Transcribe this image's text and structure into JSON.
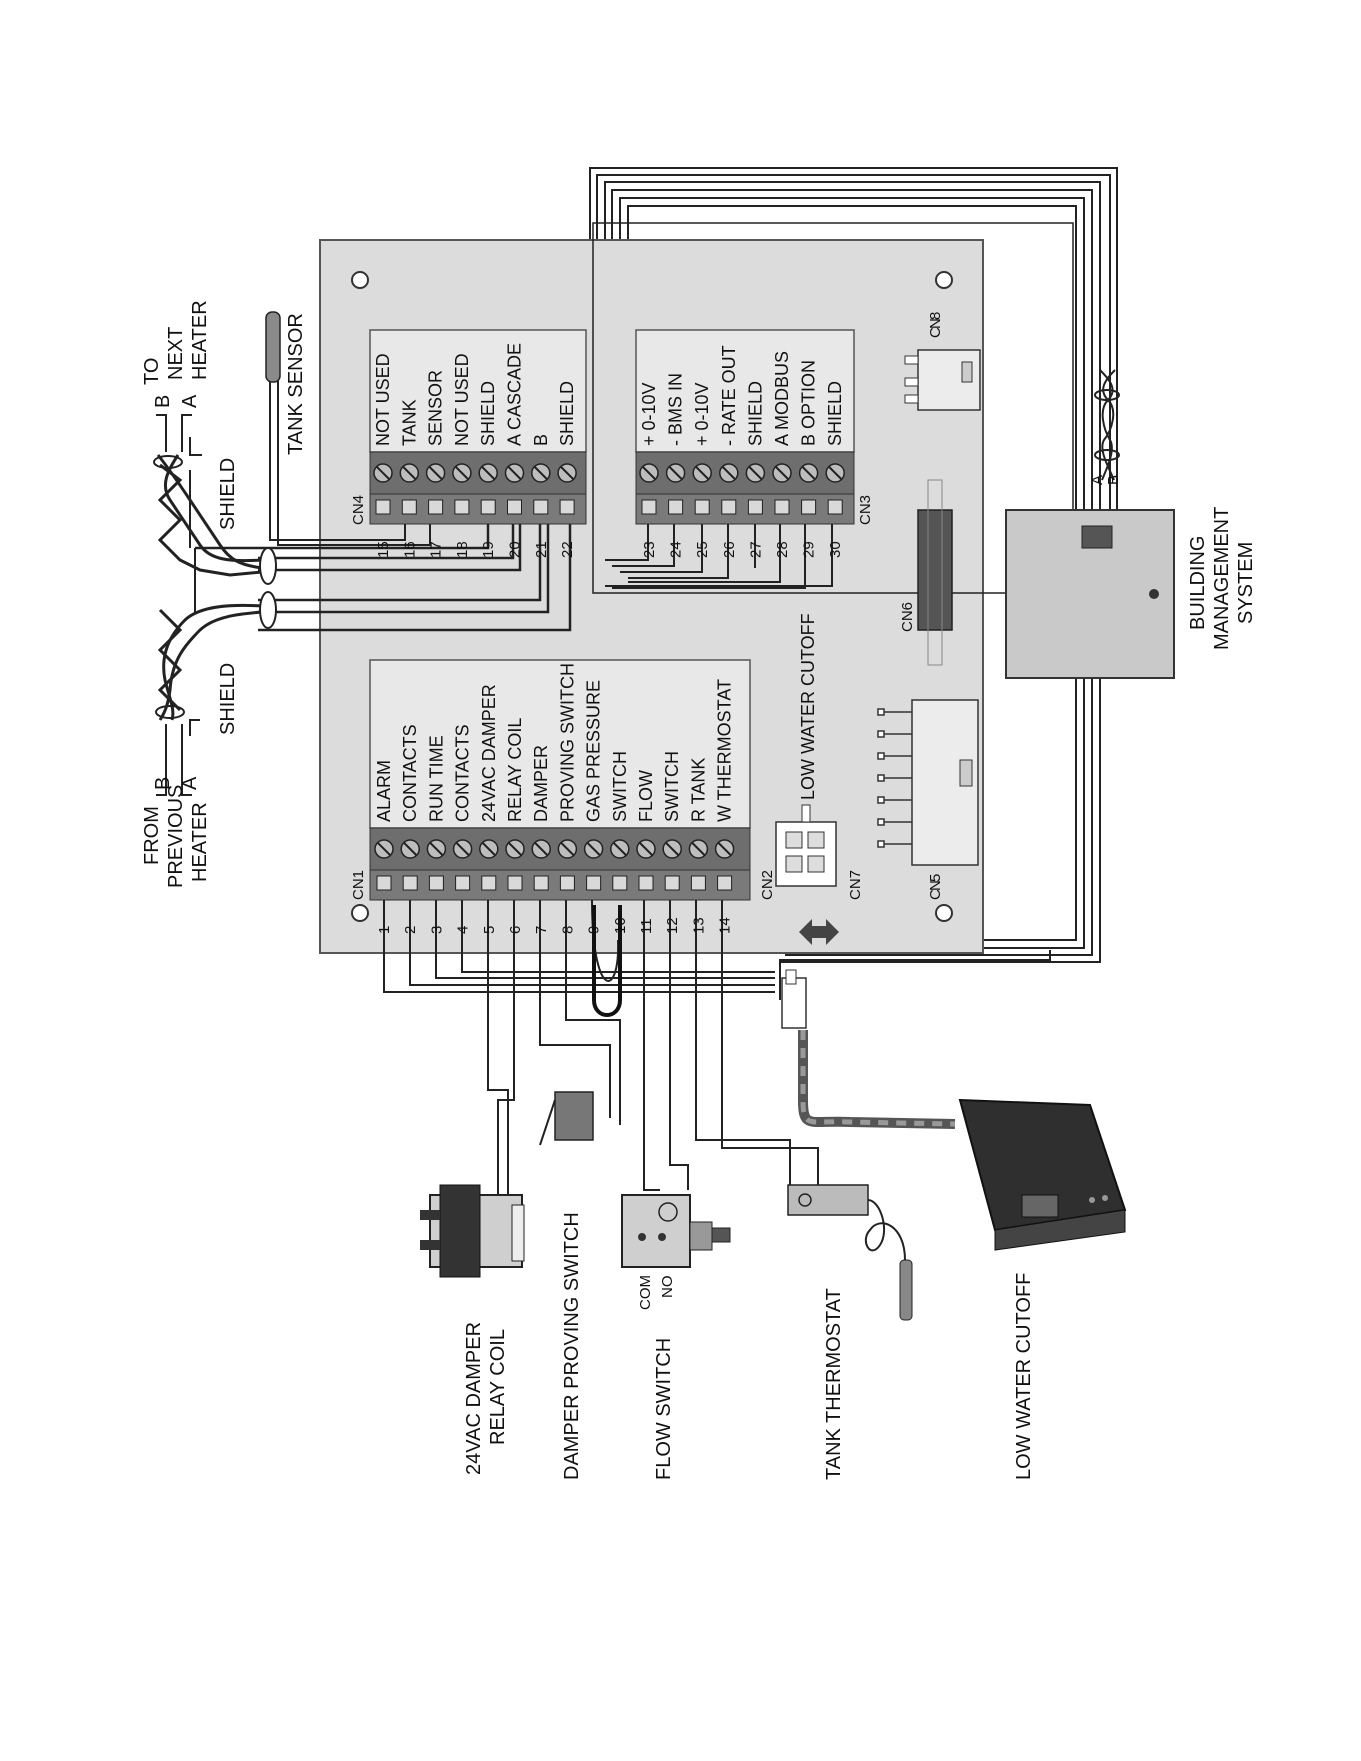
{
  "colors": {
    "board": "#dcdcdc",
    "board_stroke": "#555555",
    "block": "#6e6e6e",
    "wire": "#222222",
    "bms_box": "#c9c9c9"
  },
  "board": {
    "cn4_label": "CN4",
    "cn3_label": "CN3",
    "cn1_label": "CN1",
    "cn2_label": "CN2",
    "cn7_label": "CN7",
    "cn6_label": "CN6",
    "cn8_label": "C N 8",
    "cn5_label": "C N 5",
    "lwc_label": "LOW WATER CUTOFF"
  },
  "cn4": {
    "pins": [
      "15",
      "16",
      "17",
      "18",
      "19",
      "20",
      "21",
      "22"
    ],
    "labels": [
      "NOT USED",
      "TANK",
      "SENSOR",
      "NOT USED",
      "SHIELD",
      "A   CASCADE",
      "B",
      "SHIELD"
    ]
  },
  "cn3": {
    "pins": [
      "23",
      "24",
      "25",
      "26",
      "27",
      "28",
      "29",
      "30"
    ],
    "labels": [
      "+  0-10V",
      "-  BMS IN",
      "+  0-10V",
      "-  RATE OUT",
      "SHIELD",
      "A   MODBUS",
      "B   OPTION",
      "SHIELD"
    ]
  },
  "cn1": {
    "pins": [
      "1",
      "2",
      "3",
      "4",
      "5",
      "6",
      "7",
      "8",
      "9",
      "10",
      "11",
      "12",
      "13",
      "14"
    ],
    "labels": [
      "ALARM",
      "CONTACTS",
      "RUN TIME",
      "CONTACTS",
      "24VAC DAMPER",
      "RELAY COIL",
      "DAMPER",
      "PROVING SWITCH",
      "GAS PRESSURE",
      "SWITCH",
      "FLOW",
      "SWITCH",
      "R  TANK",
      "W  THERMOSTAT"
    ]
  },
  "top_labels": {
    "to_line1": "TO",
    "to_line2": "NEXT",
    "to_line3": "HEATER",
    "to_b": "B",
    "to_a": "A",
    "shield_top": "SHIELD",
    "tank_sensor": "TANK SENSOR",
    "from_line1": "FROM",
    "from_line2": "PREVIOUS",
    "from_line3": "HEATER",
    "from_b": "B",
    "from_a": "A",
    "shield_bottom": "SHIELD"
  },
  "bms": {
    "line1": "BUILDING",
    "line2": "MANAGEMENT",
    "line3": "SYSTEM",
    "a": "A",
    "b": "B"
  },
  "devices": {
    "damper_coil_1": "24VAC DAMPER",
    "damper_coil_2": "RELAY COIL",
    "damper_switch": "DAMPER PROVING SWITCH",
    "flow_switch": "FLOW SWITCH",
    "com": "COM",
    "no": "NO",
    "tank_thermostat": "TANK THERMOSTAT",
    "low_water_cutoff": "LOW WATER CUTOFF"
  }
}
